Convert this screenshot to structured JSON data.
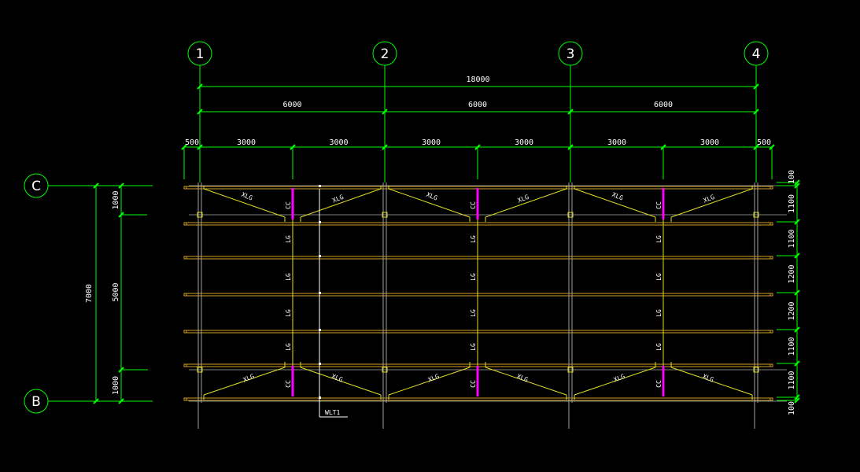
{
  "drawing": {
    "type": "roof bracing plan",
    "background_color": "#000000",
    "colors": {
      "axis_line": "#00ff00",
      "dimension": "#00ff00",
      "text": "#ffffff",
      "purlin": "#d4a020",
      "brace": "#e0e020",
      "tie_rod": "#ff00ff",
      "column": "#a0a0a0",
      "grid_gray": "#808080"
    },
    "grid_axes_x": [
      {
        "label": "1",
        "position_mm": 0
      },
      {
        "label": "2",
        "position_mm": 6000
      },
      {
        "label": "3",
        "position_mm": 12000
      },
      {
        "label": "4",
        "position_mm": 18000
      }
    ],
    "grid_axes_y": [
      {
        "label": "C",
        "position_mm": 7000
      },
      {
        "label": "B",
        "position_mm": 0
      }
    ],
    "dimensions_top": {
      "overall": "18000",
      "bays": [
        "6000",
        "6000",
        "6000"
      ],
      "half_bays": [
        "500",
        "3000",
        "3000",
        "3000",
        "3000",
        "3000",
        "3000",
        "500"
      ]
    },
    "dimensions_left": {
      "overall": "7000",
      "segments": [
        "1000",
        "5000",
        "1000"
      ]
    },
    "dimensions_right": {
      "segments": [
        "100",
        "1100",
        "1100",
        "1200",
        "1200",
        "1100",
        "1100",
        "100"
      ]
    },
    "member_labels": {
      "diagonal_brace": "XLG",
      "tie_rod": "CC",
      "strut": "LG",
      "wall_tie": "WLT1"
    },
    "struts_per_bay": 4
  }
}
